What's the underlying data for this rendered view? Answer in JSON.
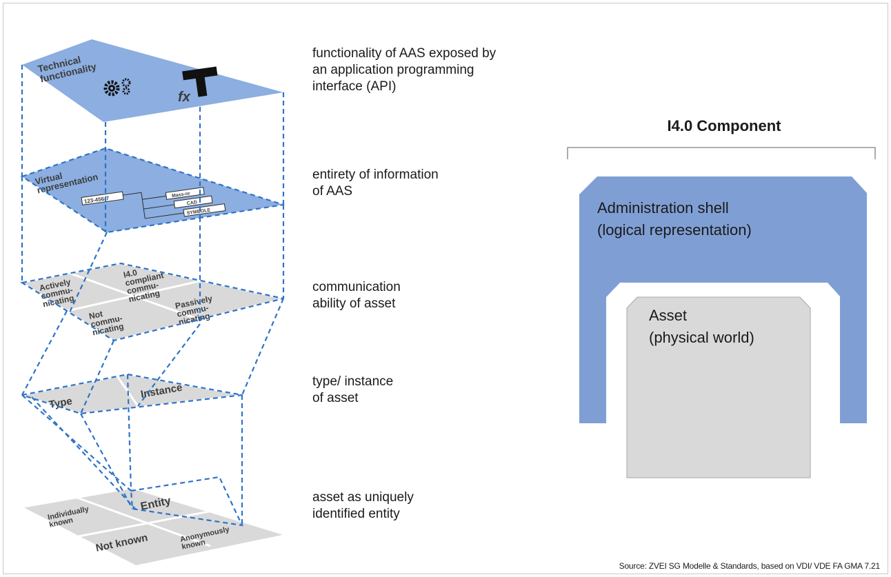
{
  "layers": {
    "technical": {
      "title_line1": "Technical",
      "title_line2": "functionality",
      "fx_label": "fx",
      "icons": [
        "gears-icon",
        "hammer-icon"
      ]
    },
    "virtual": {
      "title_line1": "Virtual",
      "title_line2": "representation",
      "tree_root": "123-456-7",
      "tree_items": [
        "Mass-nr",
        "CAD",
        "SYMBOLE"
      ]
    },
    "communication": {
      "cell1_lines": [
        "Actively",
        "commu-",
        "nicating"
      ],
      "cell2_lines": [
        "I4.0",
        "compliant",
        "commu-",
        "nicating"
      ],
      "cell3_lines": [
        "Not",
        "commu-",
        "nicating"
      ],
      "cell4_lines": [
        "Passively",
        "commu-",
        "nicating"
      ]
    },
    "type_instance": {
      "type_label": "Type",
      "instance_label": "Instance"
    },
    "entity": {
      "entity_label": "Entity",
      "cell1_lines": [
        "Individually",
        "known"
      ],
      "cell3_label": "Not known",
      "cell4_lines": [
        "Anonymously",
        "known"
      ]
    }
  },
  "descriptions": {
    "technical": "functionality of AAS exposed by\nan application programming\ninterface (API)",
    "virtual": "entirety of information\nof AAS",
    "communication": "communication\nability of asset",
    "type_instance": "type/ instance\nof asset",
    "entity": "asset as uniquely\nidentified entity"
  },
  "component": {
    "title": "I4.0 Component",
    "shell_text": "Administration shell\n(logical representation)",
    "asset_text": "Asset\n(physical world)"
  },
  "source": "Source: ZVEI SG Modelle & Standards, based on VDI/ VDE FA GMA 7.21",
  "colors": {
    "shell_blue": "#7f9fd4",
    "layer_blue": "#8caee0",
    "asset_gray": "#d9d9d9",
    "dash_blue": "#2e74c6",
    "text": "#1a1a1a"
  }
}
